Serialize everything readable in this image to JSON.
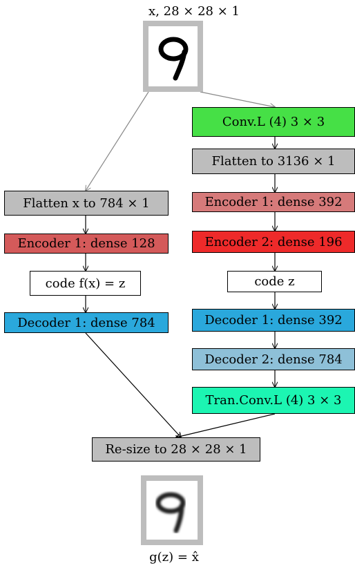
{
  "input": {
    "label": "x, 28 × 28 × 1",
    "digit": "9"
  },
  "output": {
    "label": "g(z) = x̂",
    "digit": "9"
  },
  "left_branch": [
    {
      "text": "Flatten x to 784 × 1",
      "fill": "#bdbdbd"
    },
    {
      "text": "Encoder 1: dense 128",
      "fill": "#d45a5a"
    },
    {
      "text": "code f(x) = z",
      "fill": "#ffffff"
    },
    {
      "text": "Decoder 1: dense 784",
      "fill": "#2aa8dc"
    }
  ],
  "right_branch": [
    {
      "text": "Conv.L (4) 3 × 3",
      "fill": "#46e046"
    },
    {
      "text": "Flatten to 3136 × 1",
      "fill": "#bdbdbd"
    },
    {
      "text": "Encoder 1: dense 392",
      "fill": "#d67a7a"
    },
    {
      "text": "Encoder 2: dense 196",
      "fill": "#ee2a2a"
    },
    {
      "text": "code z",
      "fill": "#ffffff"
    },
    {
      "text": "Decoder 1: dense 392",
      "fill": "#2aa8dc"
    },
    {
      "text": "Decoder 2: dense 784",
      "fill": "#8ec0d8"
    },
    {
      "text": "Tran.Conv.L (4) 3 × 3",
      "fill": "#1cf5b2"
    }
  ],
  "merge": {
    "text": "Re-size to 28 × 28 × 1",
    "fill": "#bdbdbd"
  }
}
